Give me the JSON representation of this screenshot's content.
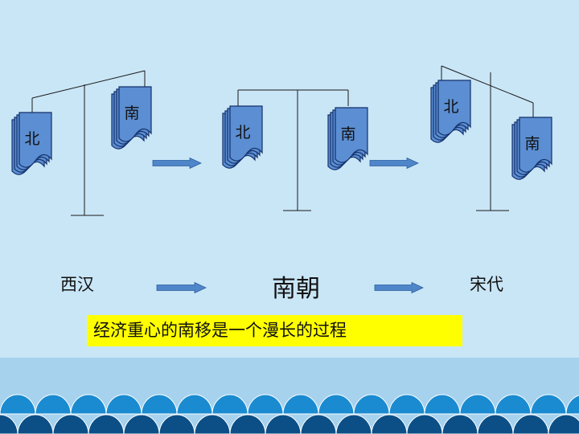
{
  "colors": {
    "background": "#c9e6f7",
    "band": "#a6d2ee",
    "wave": "#1a8bd0",
    "wave_dark": "#0b4f86",
    "card_fill": "#5b8ed2",
    "card_stroke": "#14306a",
    "arrow": "#4e86c9",
    "highlight": "#ffff00",
    "line": "#1a1a1a"
  },
  "tags": {
    "north": "北",
    "south": "南"
  },
  "balances": [
    {
      "id": "xihan",
      "tilt": "north-heavy"
    },
    {
      "id": "nanchao",
      "tilt": "level"
    },
    {
      "id": "songdai",
      "tilt": "south-heavy"
    }
  ],
  "labels": {
    "xihan": "西汉",
    "nanchao": "南朝",
    "songdai": "宋代"
  },
  "summary": "经济重心的南移是一个漫长的过程"
}
